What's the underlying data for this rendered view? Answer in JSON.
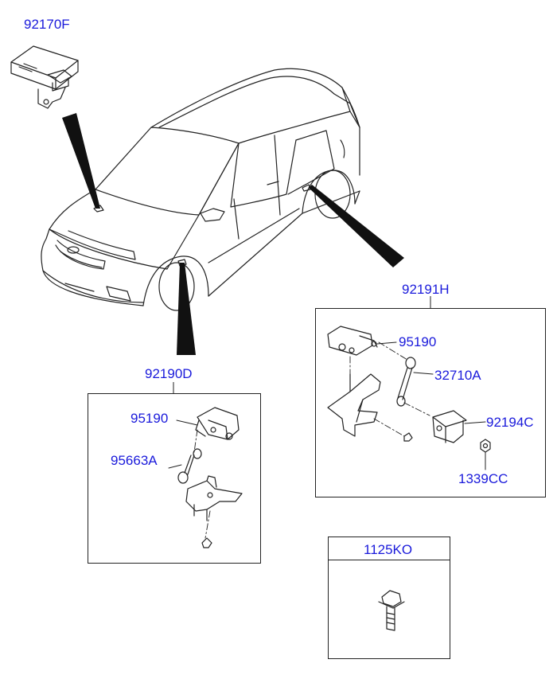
{
  "labels": {
    "ecu": "92170F",
    "front_sensor_assy": "92190D",
    "rear_sensor_assy": "92191H",
    "front_sensor": "95190",
    "front_link": "95663A",
    "rear_sensor": "95190",
    "rear_link": "32710A",
    "rear_bracket": "92194C",
    "rear_nut": "1339CC",
    "bolt": "1125KO"
  },
  "colors": {
    "label": "#1a1adb",
    "line": "#222222",
    "pointer": "#111111"
  }
}
